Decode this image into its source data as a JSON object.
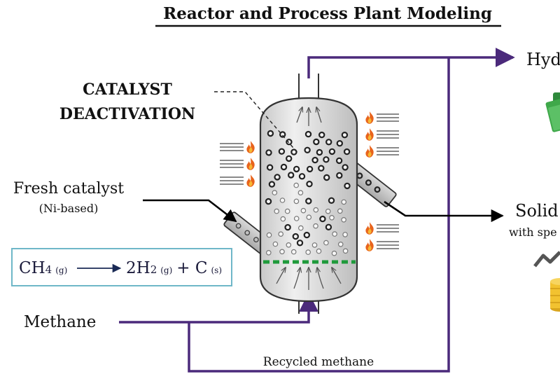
{
  "title": "Reactor and Process Plant Modeling",
  "labels": {
    "catalyst_line1": "CATALYST",
    "catalyst_line2": "DEACTIVATION",
    "fresh_catalyst": "Fresh catalyst",
    "fresh_catalyst_sub": "(Ni-based)",
    "methane": "Methane",
    "recycled_methane": "Recycled methane",
    "hydrogen_partial": "Hyd",
    "solid_partial": "Solid",
    "with_spec_partial": "with spe"
  },
  "equation": {
    "reactant": "CH",
    "reactant_sub": "4",
    "reactant_state": "(g)",
    "coef": "2H",
    "product1_sub": "2",
    "product1_state": "(g)",
    "plus": "+ C",
    "product2_state": "(s)"
  },
  "colors": {
    "process_line": "#4b2a7b",
    "equation_border": "#6fb7c8",
    "distributor": "#1f9a3b",
    "reactor_fill": "#e3e3e3",
    "flame_outer": "#e8631c",
    "flame_inner": "#f7b733",
    "money_green": "#3fa84a",
    "coin_gold": "#f2c230"
  },
  "icons": [
    "flame-icon",
    "money-icon",
    "coin-stack-icon",
    "trend-arrow-icon"
  ]
}
